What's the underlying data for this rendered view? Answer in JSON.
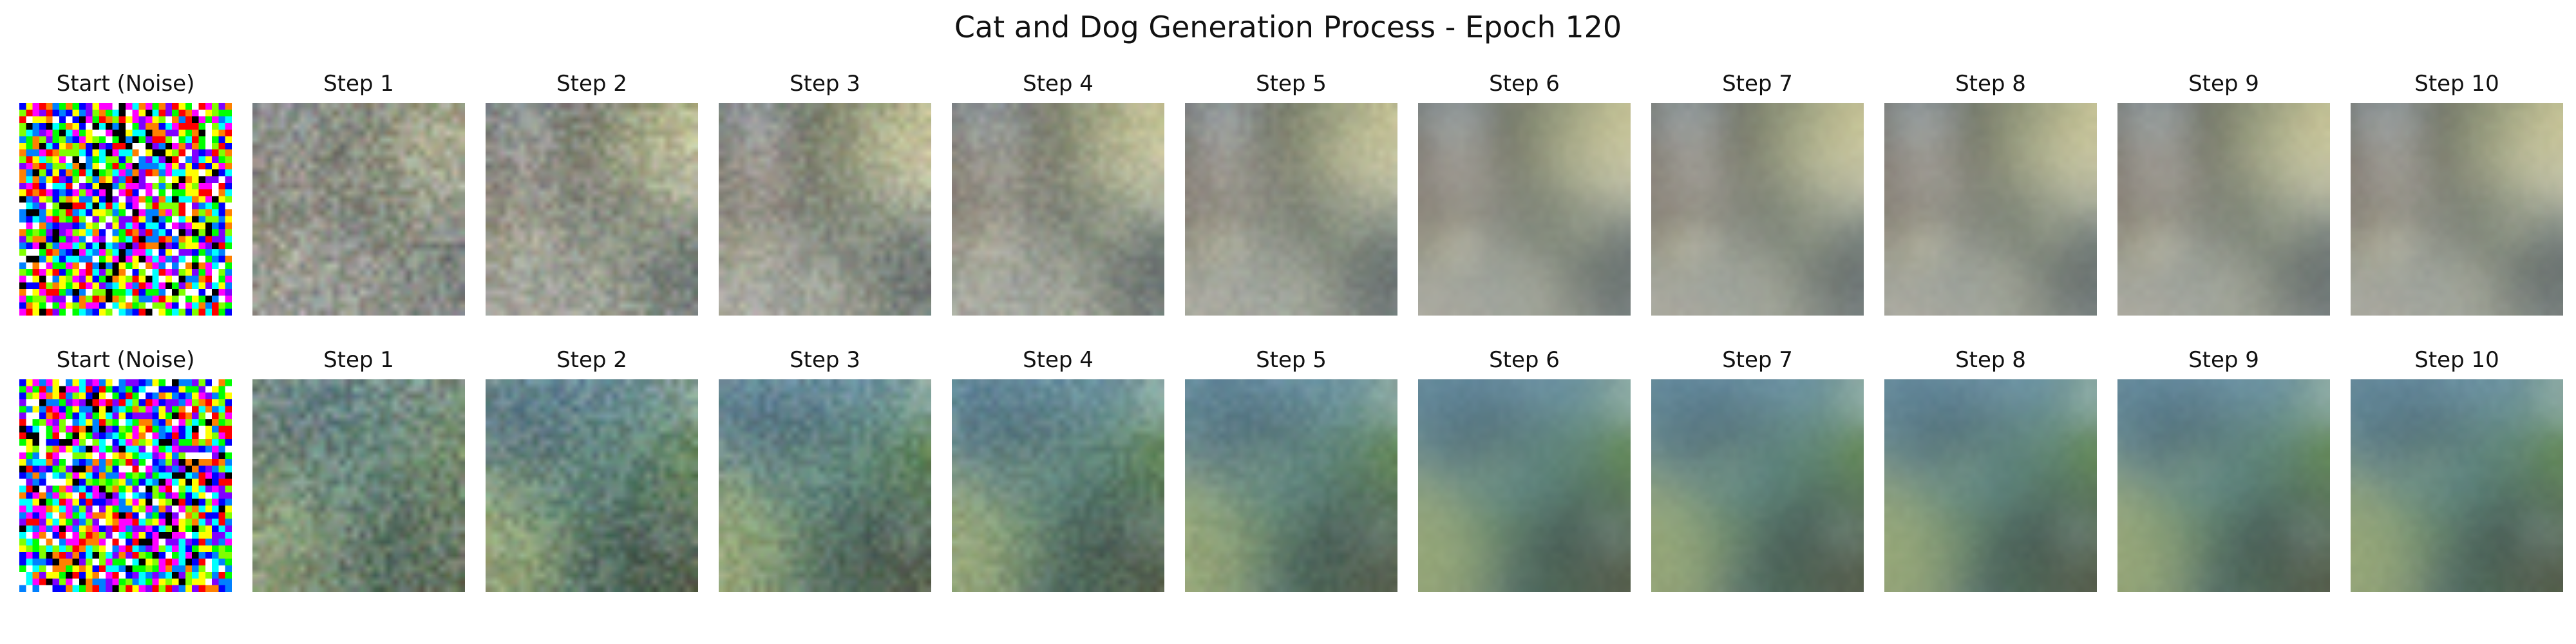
{
  "figure": {
    "title": "Cat and Dog Generation Process - Epoch 120"
  },
  "rows": [
    {
      "panels": [
        {
          "label": "Start (Noise)",
          "kind": "noise",
          "seed": 11
        },
        {
          "label": "Step 1",
          "kind": "step",
          "step": 1,
          "seed": 21
        },
        {
          "label": "Step 2",
          "kind": "step",
          "step": 2,
          "seed": 21
        },
        {
          "label": "Step 3",
          "kind": "step",
          "step": 3,
          "seed": 21
        },
        {
          "label": "Step 4",
          "kind": "step",
          "step": 4,
          "seed": 21
        },
        {
          "label": "Step 5",
          "kind": "step",
          "step": 5,
          "seed": 21
        },
        {
          "label": "Step 6",
          "kind": "step",
          "step": 6,
          "seed": 21
        },
        {
          "label": "Step 7",
          "kind": "step",
          "step": 7,
          "seed": 21
        },
        {
          "label": "Step 8",
          "kind": "step",
          "step": 8,
          "seed": 21
        },
        {
          "label": "Step 9",
          "kind": "step",
          "step": 9,
          "seed": 21
        },
        {
          "label": "Step 10",
          "kind": "step",
          "step": 10,
          "seed": 21
        }
      ],
      "palette": {
        "base": "#8a8c86",
        "tones": [
          "#c9c7b0",
          "#7f96a8",
          "#4a4a40",
          "#e8e0a0",
          "#b59a8e",
          "#6c7a66",
          "#f2f0ea",
          "#3b3a36"
        ]
      }
    },
    {
      "panels": [
        {
          "label": "Start (Noise)",
          "kind": "noise",
          "seed": 33
        },
        {
          "label": "Step 1",
          "kind": "step",
          "step": 1,
          "seed": 47
        },
        {
          "label": "Step 2",
          "kind": "step",
          "step": 2,
          "seed": 47
        },
        {
          "label": "Step 3",
          "kind": "step",
          "step": 3,
          "seed": 47
        },
        {
          "label": "Step 4",
          "kind": "step",
          "step": 4,
          "seed": 47
        },
        {
          "label": "Step 5",
          "kind": "step",
          "step": 5,
          "seed": 47
        },
        {
          "label": "Step 6",
          "kind": "step",
          "step": 6,
          "seed": 47
        },
        {
          "label": "Step 7",
          "kind": "step",
          "step": 7,
          "seed": 47
        },
        {
          "label": "Step 8",
          "kind": "step",
          "step": 8,
          "seed": 47
        },
        {
          "label": "Step 9",
          "kind": "step",
          "step": 9,
          "seed": 47
        },
        {
          "label": "Step 10",
          "kind": "step",
          "step": 10,
          "seed": 47
        }
      ],
      "palette": {
        "base": "#7e8a74",
        "tones": [
          "#5f8a4e",
          "#a9c8d0",
          "#3c4a36",
          "#e6f0f0",
          "#5a8fb8",
          "#8c7a5e",
          "#2f3a30",
          "#9fb07a"
        ]
      }
    }
  ]
}
